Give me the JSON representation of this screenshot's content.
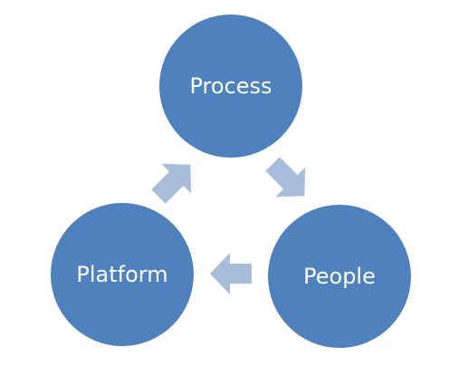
{
  "colors": {
    "node_fill": "#4f81bd",
    "node_text": "#ffffff",
    "arrow_fill": "#a7bddb",
    "background": "#ffffff"
  },
  "nodes": {
    "process": {
      "label": "Process"
    },
    "people": {
      "label": "People"
    },
    "platform": {
      "label": "Platform"
    }
  }
}
